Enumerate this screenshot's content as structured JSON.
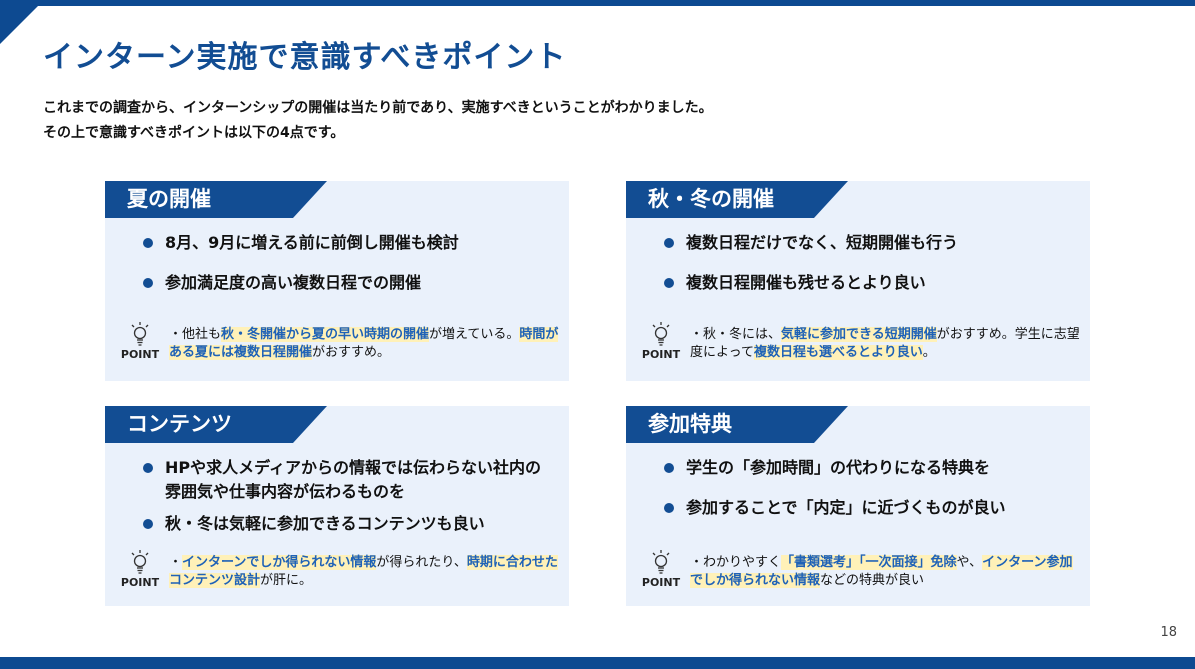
{
  "title": "インターン実施で意識すべきポイント",
  "intro": {
    "line1": "これまでの調査から、インターンシップの開催は当たり前であり、実施すべきということがわかりました。",
    "line2": "その上で意識すべきポイントは以下の4点です。"
  },
  "point_label": "POINT",
  "cards": [
    {
      "heading": "夏の開催",
      "bullets": [
        "8月、9月に増える前に前倒し開催も検討",
        "参加満足度の高い複数日程での開催"
      ],
      "point": [
        {
          "text": "・他社も"
        },
        {
          "text": "秋・冬開催から夏の早い時期の開催",
          "hl": true
        },
        {
          "text": "が増えている。"
        },
        {
          "text": "時間がある夏には複数日程開催",
          "hl": true
        },
        {
          "text": "がおすすめ。"
        }
      ]
    },
    {
      "heading": "秋・冬の開催",
      "bullets": [
        "複数日程だけでなく、短期開催も行う",
        "複数日程開催も残せるとより良い"
      ],
      "point": [
        {
          "text": "・秋・冬には、"
        },
        {
          "text": "気軽に参加できる短期開催",
          "hl": true
        },
        {
          "text": "がおすすめ。学生に志望度によって"
        },
        {
          "text": "複数日程も選べるとより良い",
          "hl": true
        },
        {
          "text": "。"
        }
      ]
    },
    {
      "heading": "コンテンツ",
      "bullets": [
        "HPや求人メディアからの情報では伝わらない社内の雰囲気や仕事内容が伝わるものを",
        "秋・冬は気軽に参加できるコンテンツも良い"
      ],
      "point": [
        {
          "text": "・"
        },
        {
          "text": "インターンでしか得られない情報",
          "hl": true
        },
        {
          "text": "が得られたり、"
        },
        {
          "text": "時期に合わせたコンテンツ設計",
          "hl": true
        },
        {
          "text": "が肝に。"
        }
      ]
    },
    {
      "heading": "参加特典",
      "bullets": [
        "学生の「参加時間」の代わりになる特典を",
        "参加することで「内定」に近づくものが良い"
      ],
      "point": [
        {
          "text": "・わかりやすく"
        },
        {
          "text": "「書類選考」「一次面接」免除",
          "hl": true
        },
        {
          "text": "や、"
        },
        {
          "text": "インターン参加でしか得られない情報",
          "hl": true
        },
        {
          "text": "などの特典が良い"
        }
      ]
    }
  ],
  "page_number": "18"
}
